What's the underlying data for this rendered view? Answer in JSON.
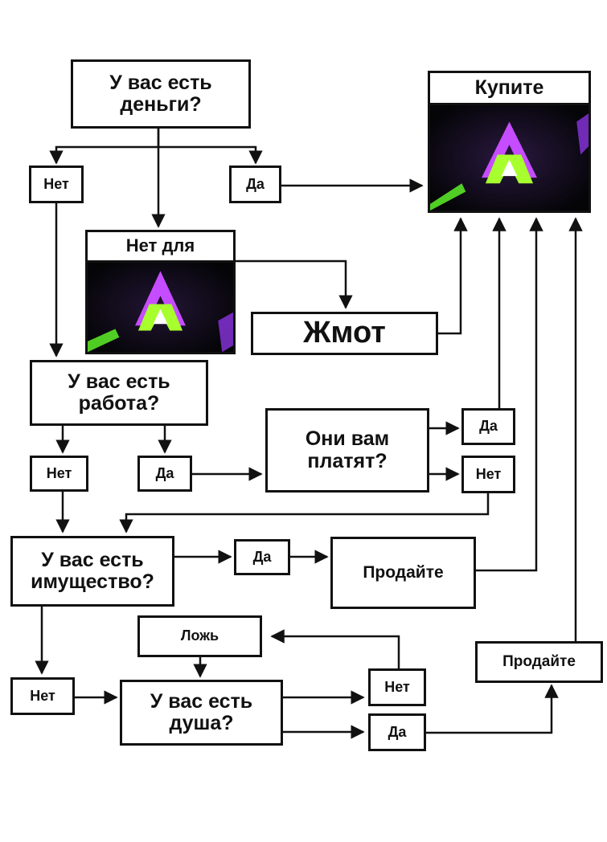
{
  "nodes": {
    "money_q": "У вас есть\nденьги?",
    "money_no": "Нет",
    "money_yes": "Да",
    "buy": "Купите",
    "no_for": "Нет для",
    "stingy": "Жмот",
    "work_q": "У вас есть\nработа?",
    "work_no": "Нет",
    "work_yes": "Да",
    "paid_q": "Они вам\nплатят?",
    "paid_yes": "Да",
    "paid_no": "Нет",
    "property_q": "У вас есть\nимущество?",
    "property_yes": "Да",
    "sell1": "Продайте",
    "lie": "Ложь",
    "soul_no_in": "Нет",
    "soul_q": "У вас есть\nдуша?",
    "soul_no": "Нет",
    "soul_yes": "Да",
    "sell2": "Продайте"
  },
  "colors": {
    "line": "#111111",
    "logo_purple": "#c14bff",
    "logo_green": "#8cff2a",
    "image_bg": "#06060c"
  },
  "icons": {
    "logo": "triangle-logo-icon"
  }
}
